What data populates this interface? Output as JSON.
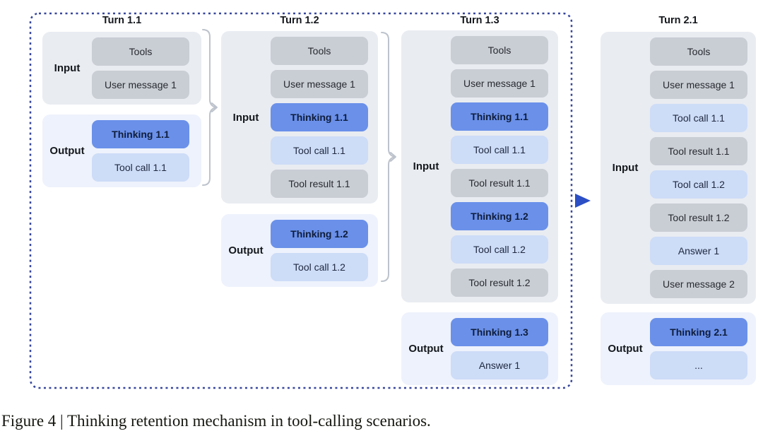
{
  "caption": "Figure 4 | Thinking retention mechanism in tool-calling scenarios.",
  "labels": {
    "input": "Input",
    "output": "Output"
  },
  "colors": {
    "dashed_border": "#36469c",
    "arrow": "#2c4fc5",
    "brace": "#bdc3cc",
    "input_group_bg": "#e9ecf1",
    "output_group_bg": "#eef2fc",
    "box_plain_bg": "#c9cdd4",
    "box_thinking_bg": "#6a90e9",
    "box_light_bg": "#cddcf7"
  },
  "columns": [
    {
      "title": "Turn 1.1",
      "input": [
        {
          "label": "Tools",
          "type": "plain"
        },
        {
          "label": "User message 1",
          "type": "plain"
        }
      ],
      "output": [
        {
          "label": "Thinking 1.1",
          "type": "thinking"
        },
        {
          "label": "Tool call 1.1",
          "type": "light"
        }
      ]
    },
    {
      "title": "Turn 1.2",
      "input": [
        {
          "label": "Tools",
          "type": "plain"
        },
        {
          "label": "User message 1",
          "type": "plain"
        },
        {
          "label": "Thinking 1.1",
          "type": "thinking"
        },
        {
          "label": "Tool call 1.1",
          "type": "light"
        },
        {
          "label": "Tool result 1.1",
          "type": "plain"
        }
      ],
      "output": [
        {
          "label": "Thinking 1.2",
          "type": "thinking"
        },
        {
          "label": "Tool call 1.2",
          "type": "light"
        }
      ]
    },
    {
      "title": "Turn 1.3",
      "input": [
        {
          "label": "Tools",
          "type": "plain"
        },
        {
          "label": "User message 1",
          "type": "plain"
        },
        {
          "label": "Thinking 1.1",
          "type": "thinking"
        },
        {
          "label": "Tool call 1.1",
          "type": "light"
        },
        {
          "label": "Tool result 1.1",
          "type": "plain"
        },
        {
          "label": "Thinking 1.2",
          "type": "thinking"
        },
        {
          "label": "Tool call 1.2",
          "type": "light"
        },
        {
          "label": "Tool result 1.2",
          "type": "plain"
        }
      ],
      "output": [
        {
          "label": "Thinking 1.3",
          "type": "thinking"
        },
        {
          "label": "Answer 1",
          "type": "light"
        }
      ]
    },
    {
      "title": "Turn 2.1",
      "input": [
        {
          "label": "Tools",
          "type": "plain"
        },
        {
          "label": "User message 1",
          "type": "plain"
        },
        {
          "label": "Tool call 1.1",
          "type": "light"
        },
        {
          "label": "Tool result 1.1",
          "type": "plain"
        },
        {
          "label": "Tool call 1.2",
          "type": "light"
        },
        {
          "label": "Tool result 1.2",
          "type": "plain"
        },
        {
          "label": "Answer 1",
          "type": "light"
        },
        {
          "label": "User message 2",
          "type": "plain"
        }
      ],
      "output": [
        {
          "label": "Thinking 2.1",
          "type": "thinking"
        },
        {
          "label": "...",
          "type": "light"
        }
      ]
    }
  ]
}
